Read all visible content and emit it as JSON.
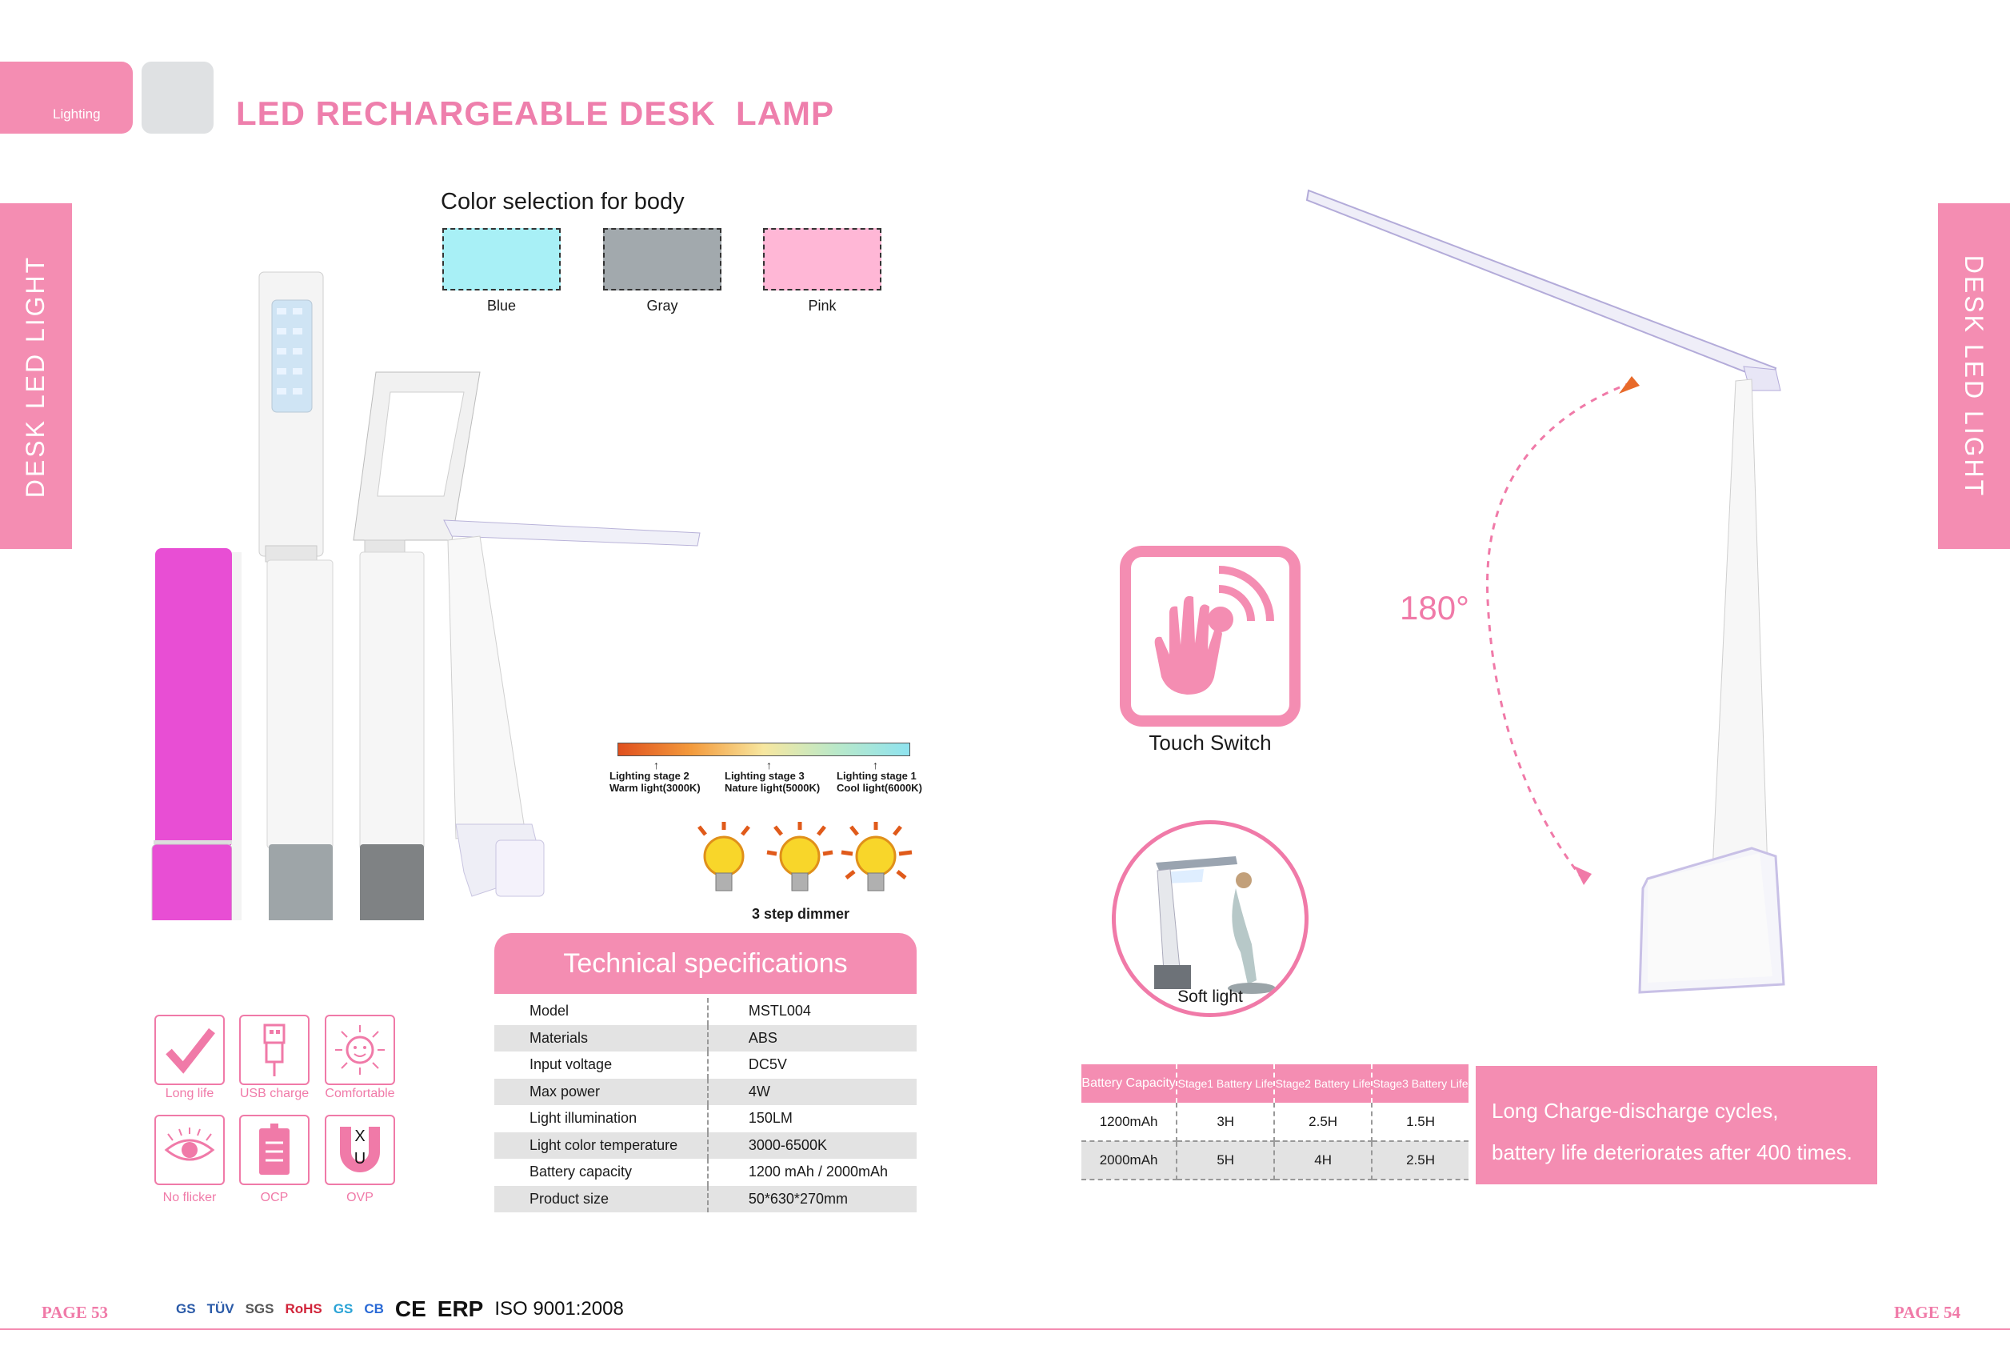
{
  "header": {
    "tab_label": "Lighting",
    "title": "LED RECHARGEABLE DESK  LAMP"
  },
  "side_tabs": {
    "left": "DESK  LED LIGHT",
    "right": "DESK  LED LIGHT"
  },
  "color_selection": {
    "title": "Color selection for body",
    "swatches": [
      {
        "label": "Blue",
        "color": "#a8f0f6"
      },
      {
        "label": "Gray",
        "color": "#a2a9ad"
      },
      {
        "label": "Pink",
        "color": "#ffb7d6"
      }
    ]
  },
  "lighting_stages": [
    {
      "line1": "Lighting stage 2",
      "line2": "Warm light(3000K)"
    },
    {
      "line1": "Lighting stage 3",
      "line2": "Nature light(5000K)"
    },
    {
      "line1": "Lighting stage 1",
      "line2": "Cool light(6000K)"
    }
  ],
  "dimmer_label": "3 step dimmer",
  "specs": {
    "title": "Technical specifications",
    "rows": [
      {
        "label": "Model",
        "value": "MSTL004"
      },
      {
        "label": "Materials",
        "value": "ABS"
      },
      {
        "label": "Input voltage",
        "value": "DC5V"
      },
      {
        "label": "Max power",
        "value": "4W"
      },
      {
        "label": "Light illumination",
        "value": "150LM"
      },
      {
        "label": "Light color temperature",
        "value": "3000-6500K"
      },
      {
        "label": "Battery capacity",
        "value": "1200 mAh / 2000mAh"
      },
      {
        "label": "Product size",
        "value": "50*630*270mm"
      }
    ]
  },
  "features": [
    {
      "label": "Long life",
      "icon": "check-icon"
    },
    {
      "label": "USB charge",
      "icon": "usb-icon"
    },
    {
      "label": "Comfortable",
      "icon": "sun-face-icon"
    },
    {
      "label": "No flicker",
      "icon": "eye-icon"
    },
    {
      "label": "OCP",
      "icon": "battery-icon"
    },
    {
      "label": "OVP",
      "icon": "magnet-icon",
      "letters": [
        "X",
        "U"
      ]
    }
  ],
  "touch_switch": "Touch Switch",
  "soft_light": "Soft light",
  "angle": "180°",
  "battery_table": {
    "headers": [
      "Battery Capacity",
      "Stage1 Battery Life",
      "Stage2 Battery Life",
      "Stage3 Battery Life"
    ],
    "rows": [
      [
        "1200mAh",
        "3H",
        "2.5H",
        "1.5H"
      ],
      [
        "2000mAh",
        "5H",
        "4H",
        "2.5H"
      ]
    ]
  },
  "battery_note": [
    "Long Charge-discharge cycles,",
    "battery life deteriorates after 400 times."
  ],
  "footer": {
    "page_left": "PAGE 53",
    "page_right": "PAGE 54",
    "certifications": [
      "GS",
      "TÜV",
      "SGS",
      "RoHS",
      "GS",
      "CB",
      "CE",
      "ERP",
      "ISO 9001:2008"
    ]
  },
  "colors": {
    "accent": "#f48db2",
    "title": "#ee7fac"
  }
}
